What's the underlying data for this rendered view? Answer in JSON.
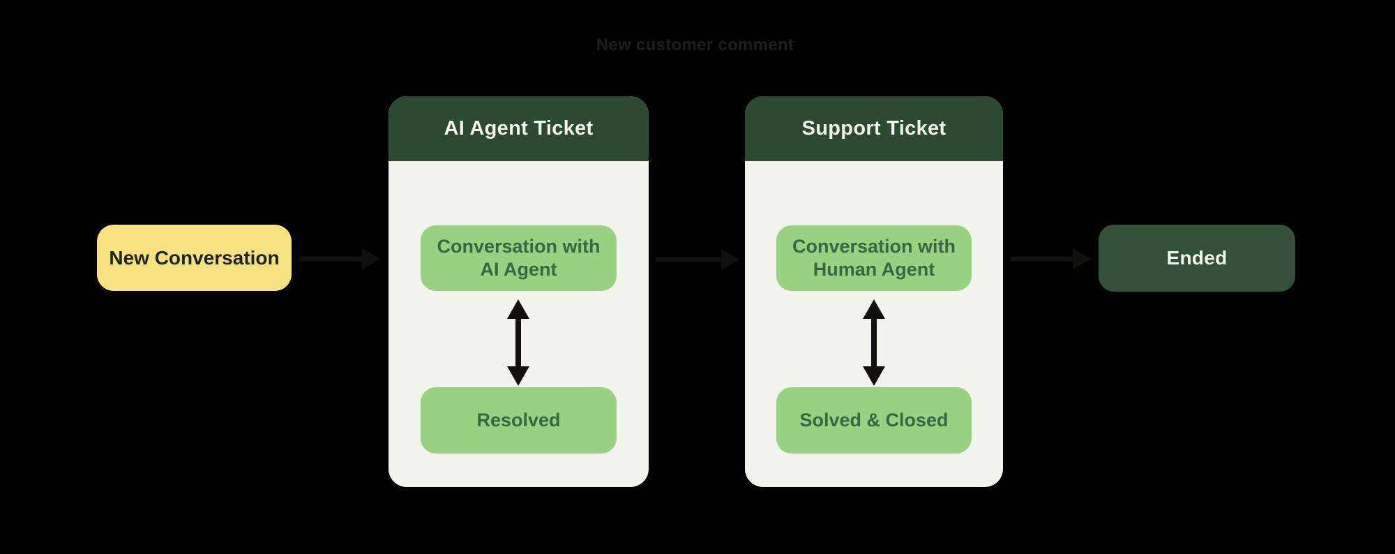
{
  "colors": {
    "background": "#000000",
    "card_header": "#2C4A31",
    "card_body": "#F2F3EC",
    "node_green": "#97D181",
    "node_green_text": "#3A6742",
    "start_yellow": "#F6E37F",
    "start_text": "#20251C",
    "end_green": "#33503B",
    "header_text": "#F2F3EC",
    "arrow": "#131110",
    "top_label_text": "#1B2018"
  },
  "flow": {
    "top_label": "New customer comment",
    "start_node": {
      "label": "New Conversation"
    },
    "cards": [
      {
        "title": "AI Agent Ticket",
        "states": [
          {
            "label": "Conversation with AI Agent"
          },
          {
            "label": "Resolved"
          }
        ]
      },
      {
        "title": "Support Ticket",
        "states": [
          {
            "label": "Conversation with Human Agent"
          },
          {
            "label": "Solved & Closed"
          }
        ]
      }
    ],
    "end_node": {
      "label": "Ended"
    }
  }
}
